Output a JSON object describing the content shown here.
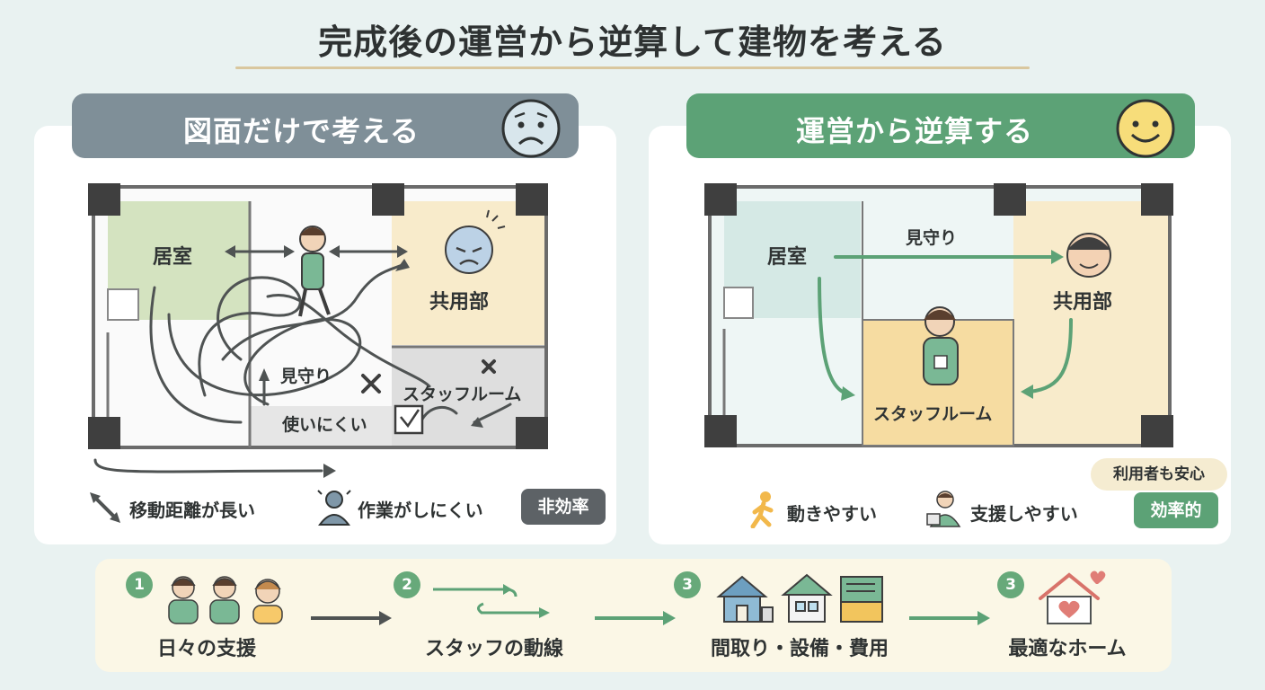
{
  "title": "完成後の運営から逆算して建物を考える",
  "left_panel": {
    "header": "図面だけで考える",
    "face_icon": "sad-face-icon",
    "rooms": {
      "room": "居室",
      "common": "共用部",
      "staff_room": "スタッフルーム"
    },
    "labels": {
      "watch": "見守り",
      "hard_to_use": "使いにくい"
    },
    "legend": [
      {
        "icon": "double-arrow-icon",
        "label": "移動距離が長い"
      },
      {
        "icon": "person-icon",
        "label": "作業がしにくい"
      }
    ],
    "badge": "非効率"
  },
  "right_panel": {
    "header": "運営から逆算する",
    "face_icon": "smile-face-icon",
    "rooms": {
      "room": "居室",
      "common": "共用部",
      "staff_room": "スタッフルーム"
    },
    "labels": {
      "watch": "見守り"
    },
    "legend": [
      {
        "icon": "walking-person-icon",
        "label": "動きやすい"
      },
      {
        "icon": "caregiver-icon",
        "label": "支援しやすい"
      }
    ],
    "badge_pill": "利用者も安心",
    "badge": "効率的"
  },
  "steps": [
    {
      "num": "1",
      "label": "日々の支援",
      "icon": "staff-group-icon"
    },
    {
      "num": "2",
      "label": "スタッフの動線",
      "icon": "flow-arrows-icon"
    },
    {
      "num": "3",
      "label": "間取り・設備・費用",
      "icon": "house-equipment-icon"
    },
    {
      "num": "3",
      "label": "最適なホーム",
      "icon": "heart-house-icon"
    }
  ],
  "colors": {
    "background": "#e9f2f1",
    "left_header": "#7f8f98",
    "right_header": "#5ca276",
    "accent_green": "#5ca276",
    "room_green": "#d4e3c0",
    "room_teal": "#d5e9e5",
    "common_yellow": "#f8ebcb",
    "staff_gray": "#dedede"
  }
}
